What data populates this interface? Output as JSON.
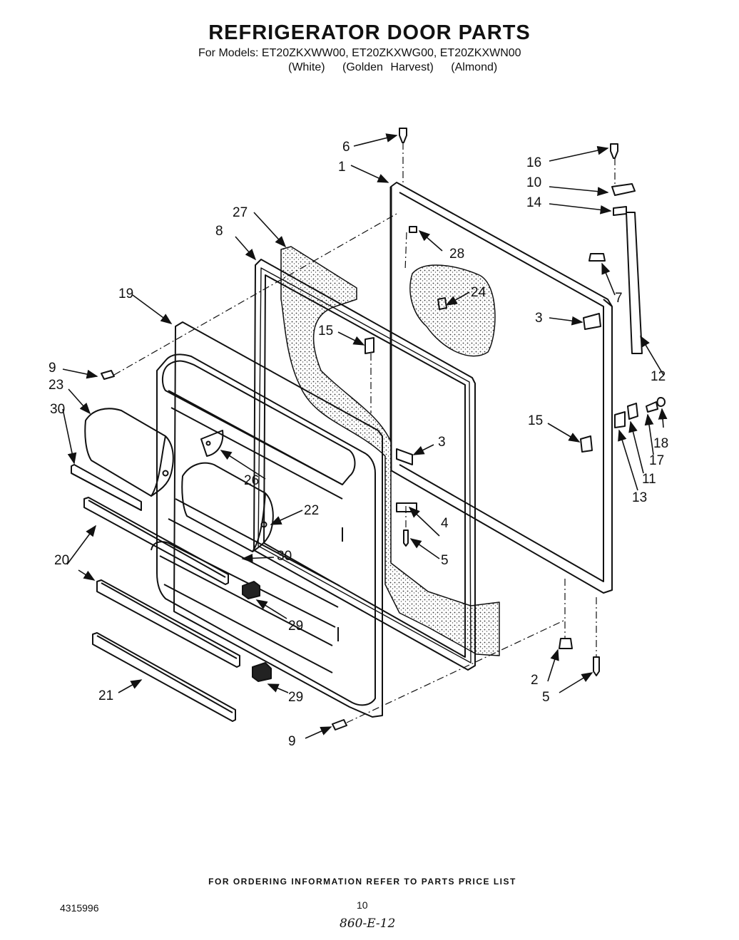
{
  "header": {
    "title": "REFRIGERATOR DOOR PARTS",
    "models_line": "For Models: ET20ZKXWW00, ET20ZKXWG00, ET20ZKXWN00",
    "colors": [
      "(White)",
      "(Golden Harvest)",
      "(Almond)"
    ]
  },
  "callouts": [
    {
      "id": "c1",
      "label": "1"
    },
    {
      "id": "c2",
      "label": "2"
    },
    {
      "id": "c3a",
      "label": "3"
    },
    {
      "id": "c3b",
      "label": "3"
    },
    {
      "id": "c4",
      "label": "4"
    },
    {
      "id": "c5a",
      "label": "5"
    },
    {
      "id": "c5b",
      "label": "5"
    },
    {
      "id": "c6",
      "label": "6"
    },
    {
      "id": "c7",
      "label": "7"
    },
    {
      "id": "c8",
      "label": "8"
    },
    {
      "id": "c9a",
      "label": "9"
    },
    {
      "id": "c9b",
      "label": "9"
    },
    {
      "id": "c10",
      "label": "10"
    },
    {
      "id": "c11",
      "label": "11"
    },
    {
      "id": "c12",
      "label": "12"
    },
    {
      "id": "c13",
      "label": "13"
    },
    {
      "id": "c14",
      "label": "14"
    },
    {
      "id": "c15a",
      "label": "15"
    },
    {
      "id": "c15b",
      "label": "15"
    },
    {
      "id": "c16",
      "label": "16"
    },
    {
      "id": "c17",
      "label": "17"
    },
    {
      "id": "c18",
      "label": "18"
    },
    {
      "id": "c19",
      "label": "19"
    },
    {
      "id": "c20",
      "label": "20"
    },
    {
      "id": "c21",
      "label": "21"
    },
    {
      "id": "c22",
      "label": "22"
    },
    {
      "id": "c23",
      "label": "23"
    },
    {
      "id": "c24",
      "label": "24"
    },
    {
      "id": "c26",
      "label": "26"
    },
    {
      "id": "c27",
      "label": "27"
    },
    {
      "id": "c28",
      "label": "28"
    },
    {
      "id": "c29a",
      "label": "29"
    },
    {
      "id": "c29b",
      "label": "29"
    },
    {
      "id": "c30a",
      "label": "30"
    },
    {
      "id": "c30b",
      "label": "30"
    }
  ],
  "footer": {
    "ordering_note": "FOR ORDERING INFORMATION REFER TO PARTS PRICE LIST",
    "part_number": "4315996",
    "page_number": "10",
    "handwritten_note": "860-E-12"
  },
  "colors": {
    "ink": "#111111",
    "background": "#ffffff"
  }
}
